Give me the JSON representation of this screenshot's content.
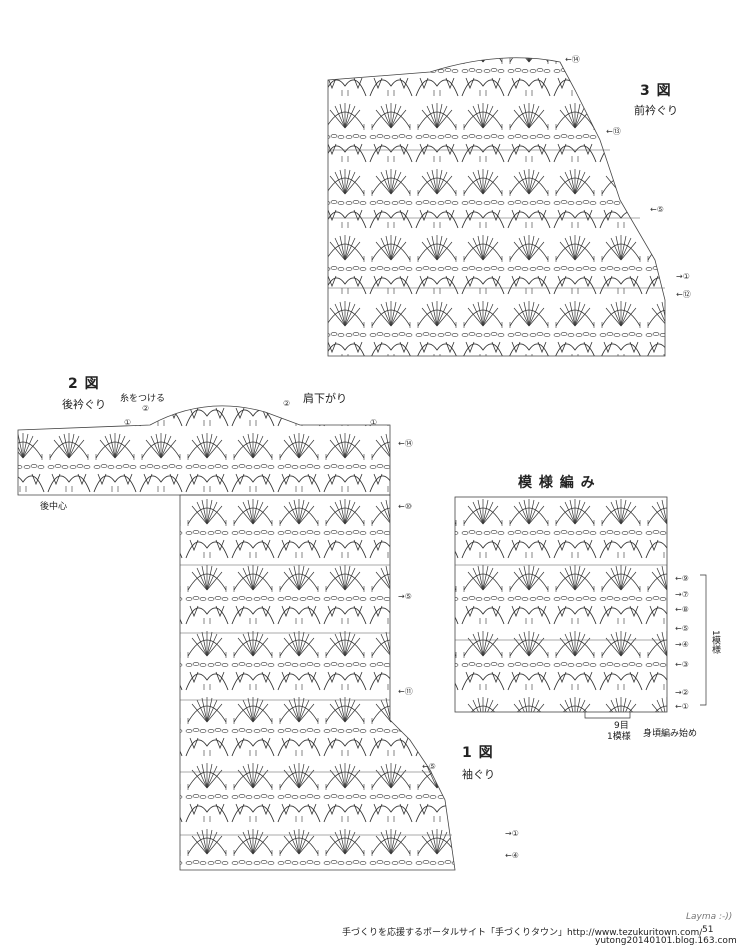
{
  "figures": {
    "fig3": {
      "title": "3 図",
      "subtitle": "前衿ぐり",
      "rows": [
        {
          "label": "←⑭"
        },
        {
          "label": "←⑬"
        },
        {
          "label": "←⑤"
        },
        {
          "label": "→①"
        },
        {
          "label": "←⑫"
        }
      ]
    },
    "fig2": {
      "title": "2 図",
      "subtitle": "後衿ぐり",
      "notes": {
        "attach": "糸をつける",
        "shoulder": "肩下がり",
        "back_center": "後中心"
      },
      "top_marks": {
        "left1": "①",
        "left2": "②",
        "right2": "②",
        "right1": "①"
      },
      "rows": [
        {
          "label": "←⑭"
        },
        {
          "label": "←⑩"
        },
        {
          "label": "→⑤"
        },
        {
          "label": "←⑪"
        }
      ]
    },
    "pattern": {
      "title": "模 様 編 み",
      "rows": [
        {
          "label": "←⑨"
        },
        {
          "label": "→⑦"
        },
        {
          "label": "←⑧"
        },
        {
          "label": "←⑤"
        },
        {
          "label": "→④"
        },
        {
          "label": "←③"
        },
        {
          "label": "→②"
        },
        {
          "label": "←①"
        }
      ],
      "repeat_label": "1模様",
      "width_note": "9目",
      "width_note2": "1模様",
      "start_note": "身頃編み始め"
    },
    "fig1": {
      "title": "1 図",
      "subtitle": "袖ぐり",
      "rows": [
        {
          "label": "←⑤"
        },
        {
          "label": "→①"
        },
        {
          "label": "←④"
        }
      ]
    }
  },
  "footer": {
    "text": "手づくりを応援するポータルサイト「手づくりタウン」http://www.tezukuritown.com/",
    "page": "51",
    "watermark": "Layma :-))",
    "blog": "yutong20140101.blog.163.com"
  }
}
